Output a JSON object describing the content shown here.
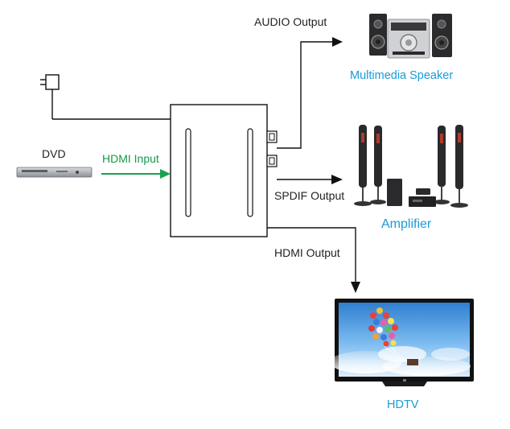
{
  "labels": {
    "audio_output": "AUDIO Output",
    "multimedia_speaker": "Multimedia Speaker",
    "dvd": "DVD",
    "hdmi_input": "HDMI Input",
    "spdif_output": "SPDIF Output",
    "amplifier": "Amplifier",
    "hdmi_output": "HDMI Output",
    "hdtv": "HDTV"
  },
  "colors": {
    "line": "#111111",
    "hdmi_input_arrow": "#17a353",
    "device_caption": "#1a9bd7",
    "sky": "#6fb3e8"
  },
  "icons": [
    "power-adapter-icon",
    "dvd-player-icon",
    "converter-box-icon",
    "speaker-icon",
    "home-theater-icon",
    "tv-icon",
    "balloons-icon"
  ]
}
